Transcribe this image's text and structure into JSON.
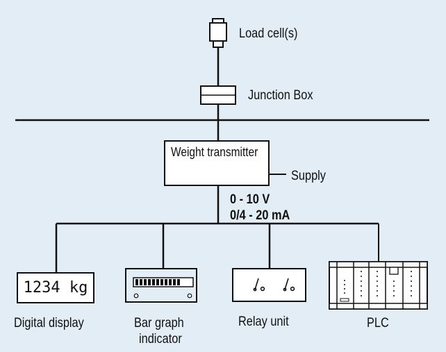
{
  "nodes": {
    "load_cell": "Load cell(s)",
    "junction_box": "Junction Box",
    "weight_transmitter": "Weight transmitter",
    "supply": "Supply",
    "output_voltage": "0 - 10 V",
    "output_current": "0/4 - 20 mA",
    "digital_display": "Digital display",
    "digital_display_readout": "1234 kg",
    "bar_graph_line1": "Bar graph",
    "bar_graph_line2": "indicator",
    "relay_unit": "Relay unit",
    "plc": "PLC"
  },
  "colors": {
    "background": "#e2edf5",
    "line": "#111111",
    "box_fill": "#ffffff"
  }
}
